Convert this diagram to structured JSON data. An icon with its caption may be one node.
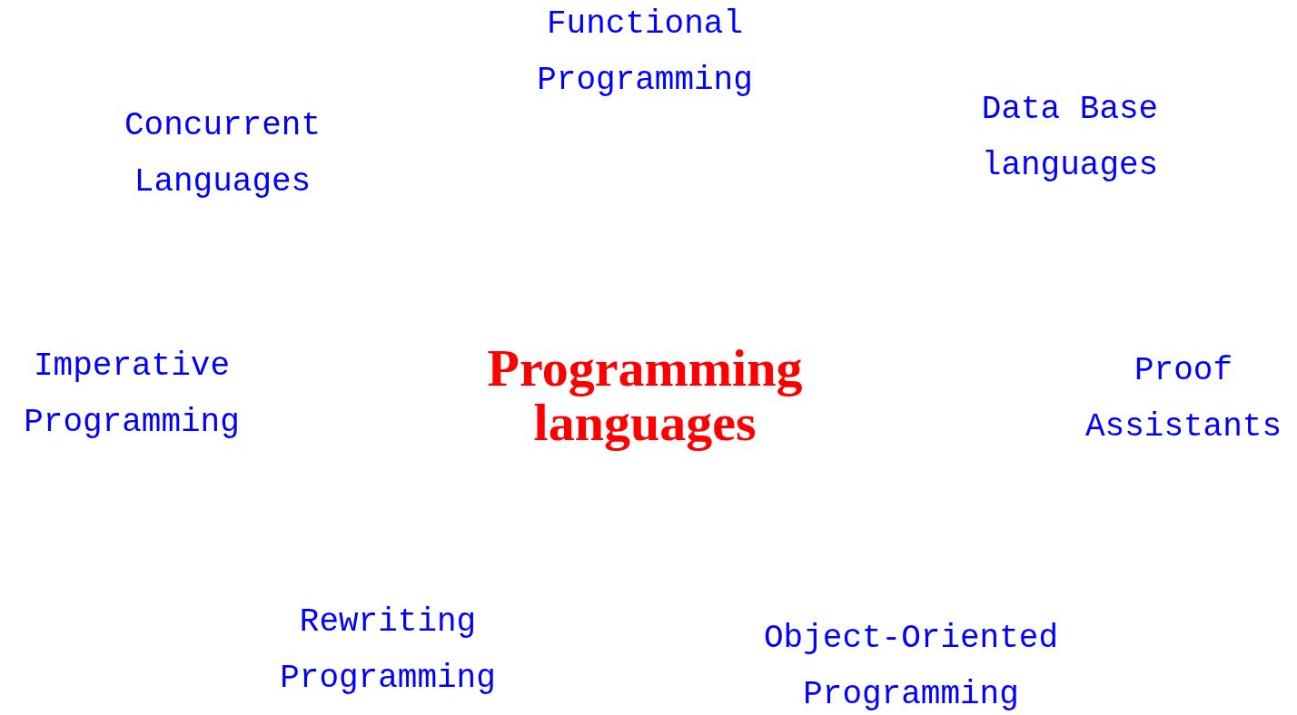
{
  "diagram": {
    "title": "Programming languages",
    "labels": [
      "Functional Programming",
      "Concurrent Languages",
      "Data Base languages",
      "Imperative Programming",
      "Proof Assistants",
      "Rewriting Programming",
      "Object-Oriented Programming"
    ]
  }
}
